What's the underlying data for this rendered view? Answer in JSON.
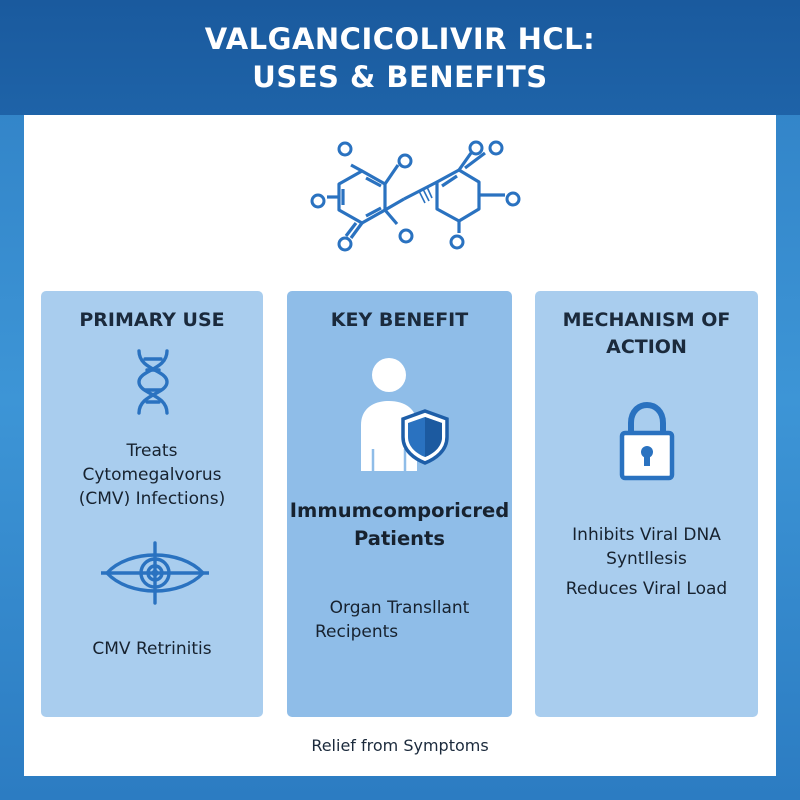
{
  "header": {
    "title_line1": "VALGANCICOLIVIR HCL:",
    "title_line2": "USES & BENEFITS"
  },
  "cards": [
    {
      "title_line1": "PRIMARY USE",
      "items": [
        "Treats",
        "Cytomegalvorus",
        "(CMV) Infections)",
        "CMV Retrinitis"
      ],
      "icons": [
        "dna-icon",
        "eye-icon"
      ]
    },
    {
      "title_line1": "KEY BENEFIT",
      "items": [
        "Immumcomporicred",
        "Patients",
        "Organ Transllant",
        "Recipents"
      ],
      "icons": [
        "person-shield-icon"
      ]
    },
    {
      "title_line1": "MECHANISM OF",
      "title_line2": "ACTION",
      "items": [
        "Inhibits Viral DNA",
        "Syntllesis",
        "Reduces Viral Load"
      ],
      "icons": [
        "padlock-icon"
      ]
    }
  ],
  "footer": {
    "text": "Relief from Symptoms"
  },
  "colors": {
    "header_bg": "#1e63a8",
    "frame": "#3a8fd0",
    "icon_blue": "#2a72c0",
    "card_light": "#a9cdee",
    "card_mid": "#8fbde8"
  }
}
